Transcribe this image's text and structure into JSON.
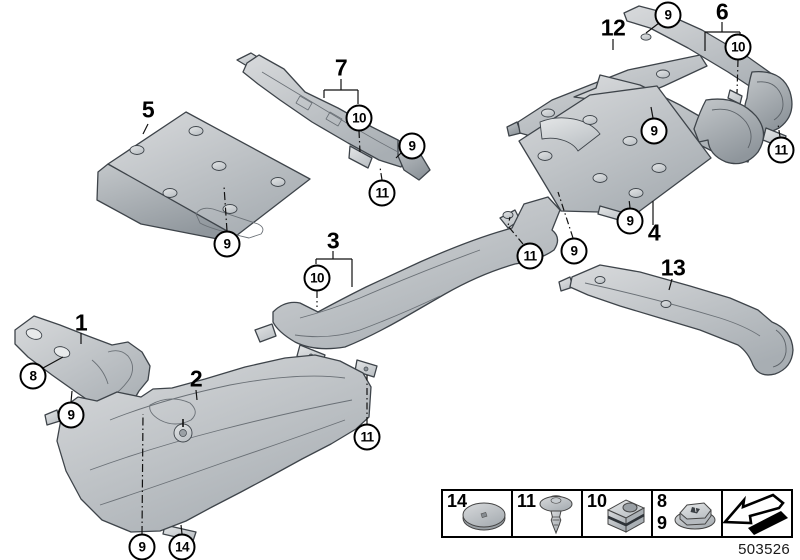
{
  "part_labels": [
    "1",
    "2",
    "3",
    "4",
    "5",
    "6",
    "7",
    "12",
    "13"
  ],
  "callout_refs": [
    "9",
    "10",
    "9",
    "11",
    "9",
    "10",
    "11",
    "9",
    "9",
    "9",
    "11",
    "10",
    "11",
    "8",
    "9",
    "9",
    "14"
  ],
  "legend": {
    "items": [
      {
        "ref": "14",
        "icon": "washer-disc-icon"
      },
      {
        "ref": "11",
        "icon": "expanding-rivet-icon"
      },
      {
        "ref": "10",
        "icon": "cage-nut-icon"
      },
      {
        "ref": "8",
        "ref2": "9",
        "icon": "hex-nut-washer-icon"
      },
      {
        "icon": "front-direction-arrow-icon"
      }
    ]
  },
  "drawing_number": "503526",
  "colors": {
    "background": "#ffffff",
    "part_fill_light": "#dadcde",
    "part_fill_dark": "#a8aeb3",
    "outline": "#3e444a",
    "callout_stroke": "#000000"
  }
}
